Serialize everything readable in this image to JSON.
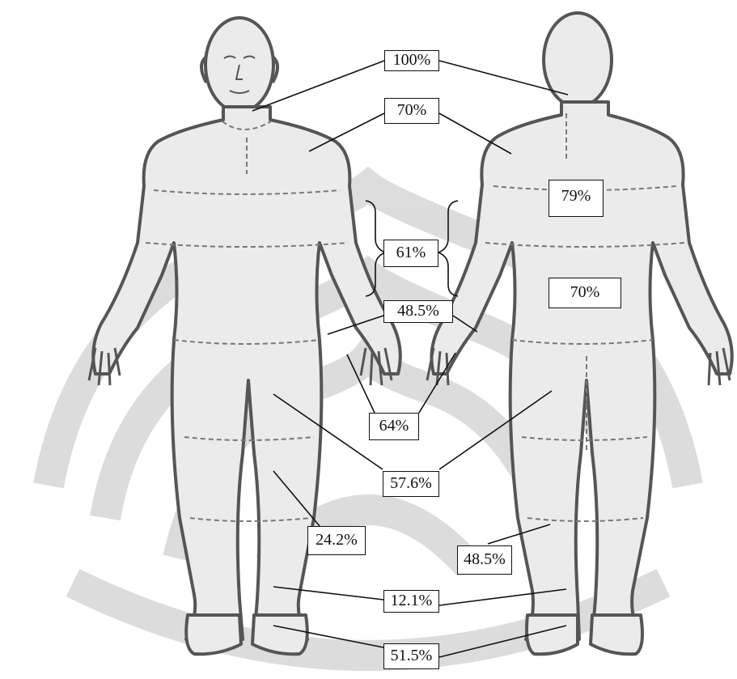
{
  "labels": {
    "neck": "100%",
    "shoulders": "70%",
    "upper_back": "79%",
    "trunk": "61%",
    "lower_back": "70%",
    "wrist": "48.5%",
    "hand": "64%",
    "thigh": "57.6%",
    "knee": "24.2%",
    "calf": "48.5%",
    "ankle": "12.1%",
    "foot": "51.5%"
  },
  "colors": {
    "stroke": "#555555",
    "fill": "#eaeaea",
    "watermark": "#d6d6d6",
    "line": "#111111"
  }
}
